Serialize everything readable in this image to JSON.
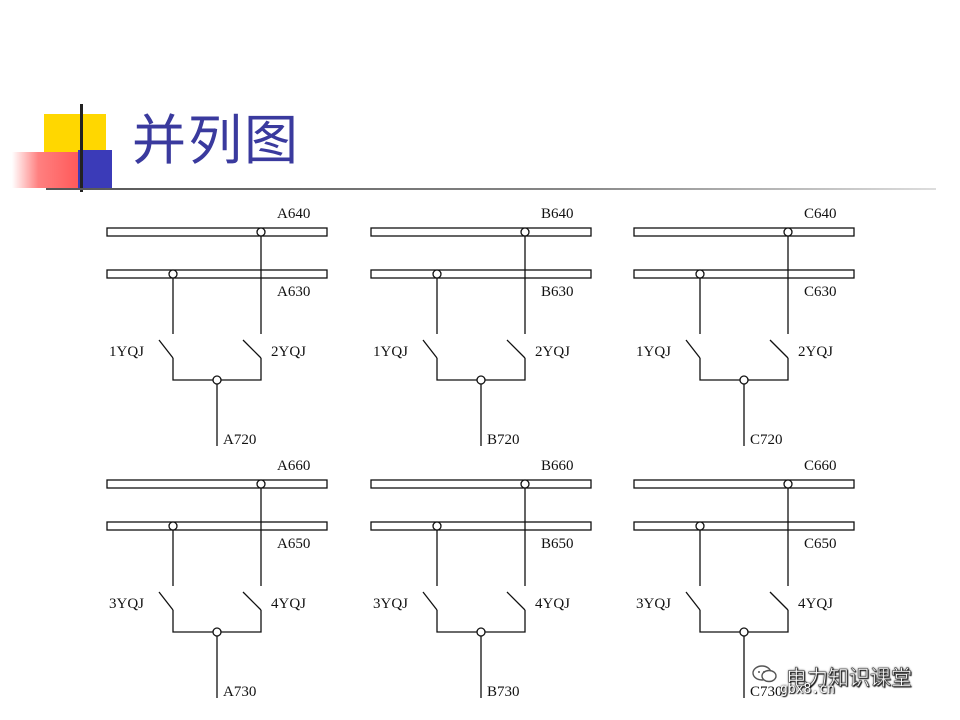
{
  "title": "并列图",
  "watermark": {
    "text": "电力知识课堂",
    "site": "gbx8.cn"
  },
  "colors": {
    "title": "#3a3a9e",
    "yellow": "#ffd700",
    "blue": "#3b3bb8",
    "red": "#ff6a6a",
    "line": "#111111"
  },
  "panels": [
    {
      "bus_top": "A640",
      "bus_bottom": "A630",
      "switch_left": "1YQJ",
      "switch_right": "2YQJ",
      "output": "A720"
    },
    {
      "bus_top": "B640",
      "bus_bottom": "B630",
      "switch_left": "1YQJ",
      "switch_right": "2YQJ",
      "output": "B720"
    },
    {
      "bus_top": "C640",
      "bus_bottom": "C630",
      "switch_left": "1YQJ",
      "switch_right": "2YQJ",
      "output": "C720"
    },
    {
      "bus_top": "A660",
      "bus_bottom": "A650",
      "switch_left": "3YQJ",
      "switch_right": "4YQJ",
      "output": "A730"
    },
    {
      "bus_top": "B660",
      "bus_bottom": "B650",
      "switch_left": "3YQJ",
      "switch_right": "4YQJ",
      "output": "B730"
    },
    {
      "bus_top": "C660",
      "bus_bottom": "C650",
      "switch_left": "3YQJ",
      "switch_right": "4YQJ",
      "output": "C730"
    }
  ]
}
